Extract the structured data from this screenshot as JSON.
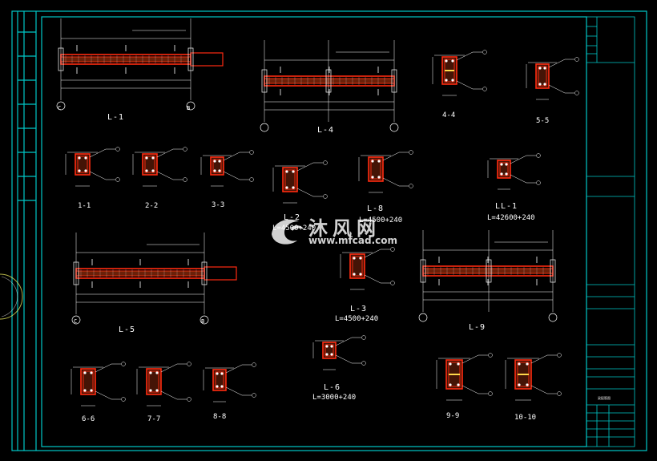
{
  "colors": {
    "frame": "#00c8c8",
    "beam": "#ff2a10",
    "dim": "#ffffff",
    "fill": "#c23a10",
    "bar": "#ffd84a"
  },
  "beams": {
    "l1": {
      "label": "L-1"
    },
    "l4": {
      "label": "L-4"
    },
    "l5": {
      "label": "L-5"
    },
    "l9": {
      "label": "L-9"
    },
    "l3": {
      "label": "L-3",
      "length": "L=4500+240"
    },
    "l6": {
      "label": "L-6",
      "length": "L=3000+240"
    },
    "l8": {
      "label": "L-8",
      "length": "L=4500+240"
    },
    "l2": {
      "label": "L-2",
      "length": "L=4500+240"
    },
    "ll1": {
      "label": "LL-1",
      "length": "L=42600+240"
    }
  },
  "sections": [
    {
      "label": "1-1"
    },
    {
      "label": "2-2"
    },
    {
      "label": "3-3"
    },
    {
      "label": "4-4"
    },
    {
      "label": "5-5"
    },
    {
      "label": "6-6"
    },
    {
      "label": "7-7"
    },
    {
      "label": "8-8"
    },
    {
      "label": "9-9"
    },
    {
      "label": "10-10"
    }
  ],
  "axes": {
    "c": "C",
    "b": "B"
  },
  "watermark": {
    "name": "沐风网",
    "url": "www.mfcad.com"
  },
  "title_block": {
    "drawing_title": "梁配筋图"
  }
}
